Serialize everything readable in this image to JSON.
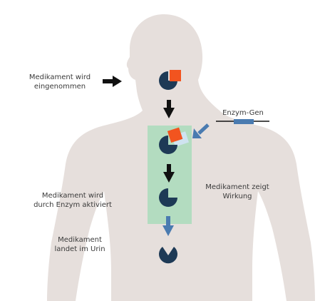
{
  "labels": {
    "taken": [
      "Medikament wird",
      "eingenommen"
    ],
    "gene": "Enzym-Gen",
    "activated": [
      "Medikament wird",
      "durch Enzym aktiviert"
    ],
    "effect": [
      "Medikament zeigt",
      "Wirkung"
    ],
    "urine": [
      "Medikament",
      "landet im Urin"
    ]
  },
  "colors": {
    "body": "#e6dfdc",
    "liver_zone": "#b3dcc0",
    "drug": "#1e3a56",
    "enzyme": "#f2541f",
    "enzyme_bound_shadow": "#cfe3f0",
    "arrow_dark": "#111111",
    "arrow_blue": "#4a7bb0",
    "gene_line": "#111111",
    "gene_segment": "#4a7bb0"
  },
  "icons": {
    "intake_arrow": "arrow-right-icon",
    "step_arrow": "arrow-down-icon",
    "gene_arrow": "arrow-down-left-icon",
    "urine_arrow": "arrow-down-icon",
    "drug_pill": "pacman-circle-icon"
  }
}
